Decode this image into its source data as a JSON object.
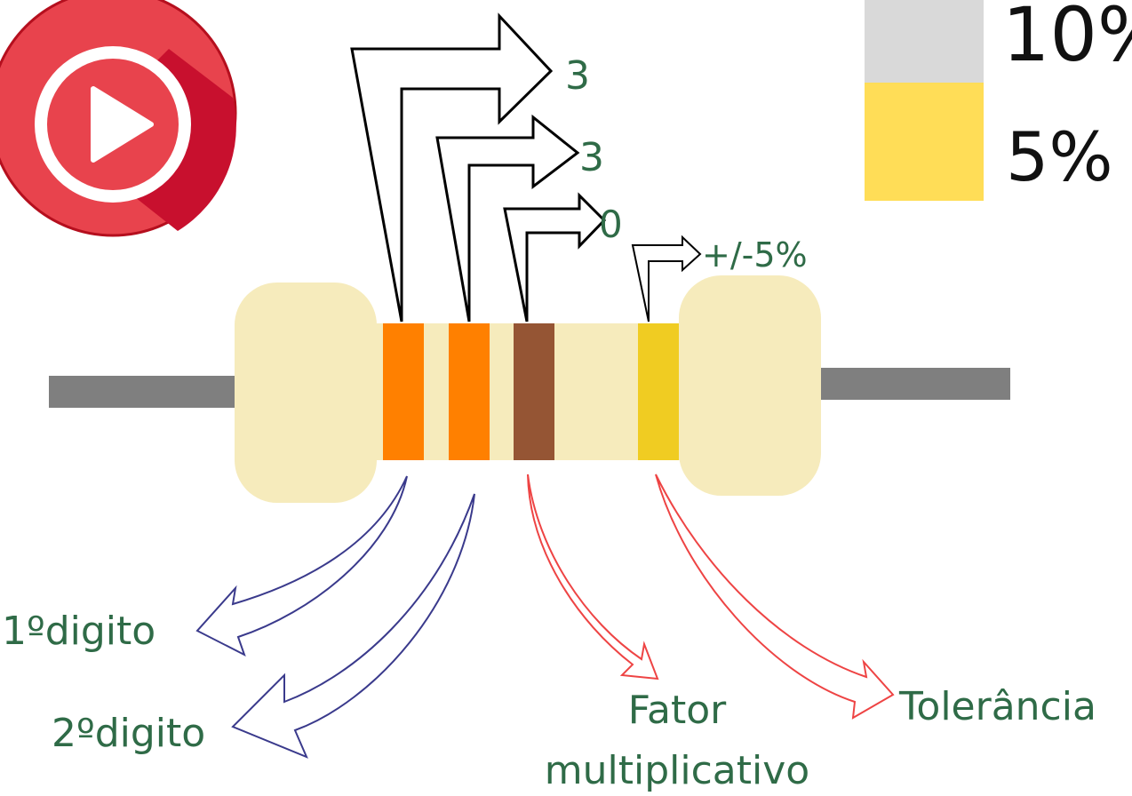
{
  "logo": {
    "name": "play-logo",
    "colors": {
      "outer": "#e8434d",
      "inner": "#ffffff",
      "triangle": "#e8434d",
      "shadow": "#c8102e"
    }
  },
  "legend": {
    "items": [
      {
        "swatch_color": "#d9d9d9",
        "label": "10%"
      },
      {
        "swatch_color": "#ffdd57",
        "label": "5%"
      }
    ]
  },
  "resistor": {
    "body_color": "#f6ebbc",
    "lead_color": "#7f7f7f",
    "bands": [
      {
        "name": "band-1",
        "color": "#ff8000"
      },
      {
        "name": "band-2",
        "color": "#ff8000"
      },
      {
        "name": "band-3",
        "color": "#955534"
      },
      {
        "name": "band-4",
        "color": "#f0cc22"
      }
    ]
  },
  "values": {
    "band1": "3",
    "band2": "3",
    "band3": "0",
    "band4": "+/-5%"
  },
  "captions": {
    "digit1": "1ºdigito",
    "digit2": "2ºdigito",
    "multiplier_line1": "Fator",
    "multiplier_line2": "multiplicativo",
    "tolerance": "Tolerância"
  },
  "colors": {
    "digit_arrow": "#3a3a8c",
    "factor_arrow": "#ee4444",
    "label_green": "#2f6b47"
  }
}
